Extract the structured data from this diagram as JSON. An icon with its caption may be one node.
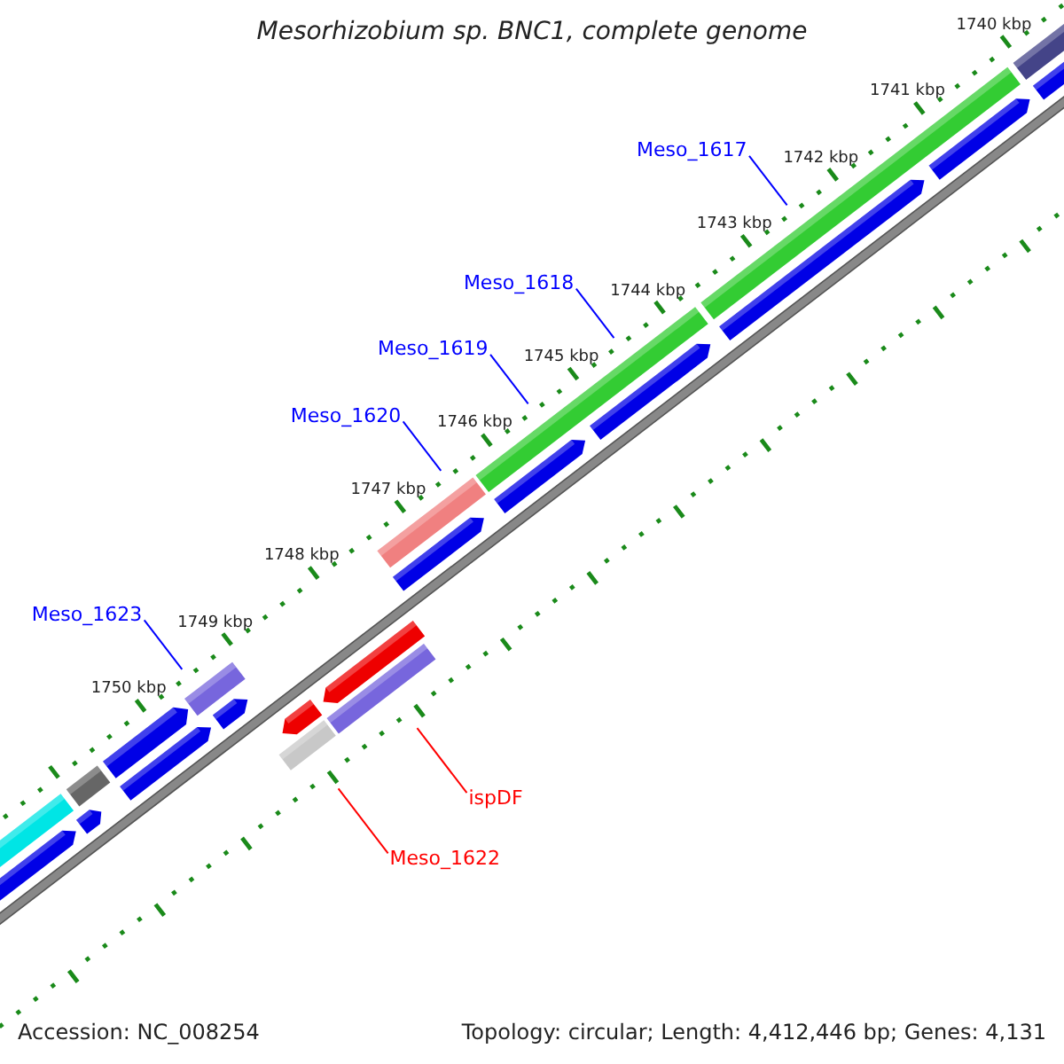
{
  "diagram": {
    "title": "Mesorhizobium sp. BNC1, complete genome",
    "nodes": [
      {
        "text": [
          "Meso_1617"
        ]
      },
      {
        "text": [
          "Meso_1618"
        ]
      },
      {
        "text": [
          "Meso_1619"
        ]
      },
      {
        "text": [
          "Meso_1620"
        ]
      },
      {
        "text": [
          "Meso_1623"
        ]
      },
      {
        "text": [
          "ispDF"
        ]
      },
      {
        "text": [
          "Meso_1622"
        ]
      }
    ],
    "edges": [
      {
        "from": 0,
        "to": null,
        "arrow": "none"
      },
      {
        "from": 1,
        "to": null,
        "arrow": "none"
      },
      {
        "from": 2,
        "to": null,
        "arrow": "none"
      },
      {
        "from": 3,
        "to": null,
        "arrow": "none"
      },
      {
        "from": 4,
        "to": null,
        "arrow": "none"
      },
      {
        "from": 5,
        "to": null,
        "arrow": "none",
        "color": "#ff0000"
      },
      {
        "from": 6,
        "to": null,
        "arrow": "none",
        "color": "#ff0000"
      }
    ],
    "labels": [
      "1740 kbp",
      "1741 kbp",
      "1742 kbp",
      "1743 kbp",
      "1744 kbp",
      "1745 kbp",
      "1746 kbp",
      "1747 kbp",
      "1748 kbp",
      "1749 kbp",
      "1750 kbp",
      "Accession: NC_008254",
      "Topology: circular; Length: 4,412,446 bp; Genes: 4,131"
    ]
  }
}
